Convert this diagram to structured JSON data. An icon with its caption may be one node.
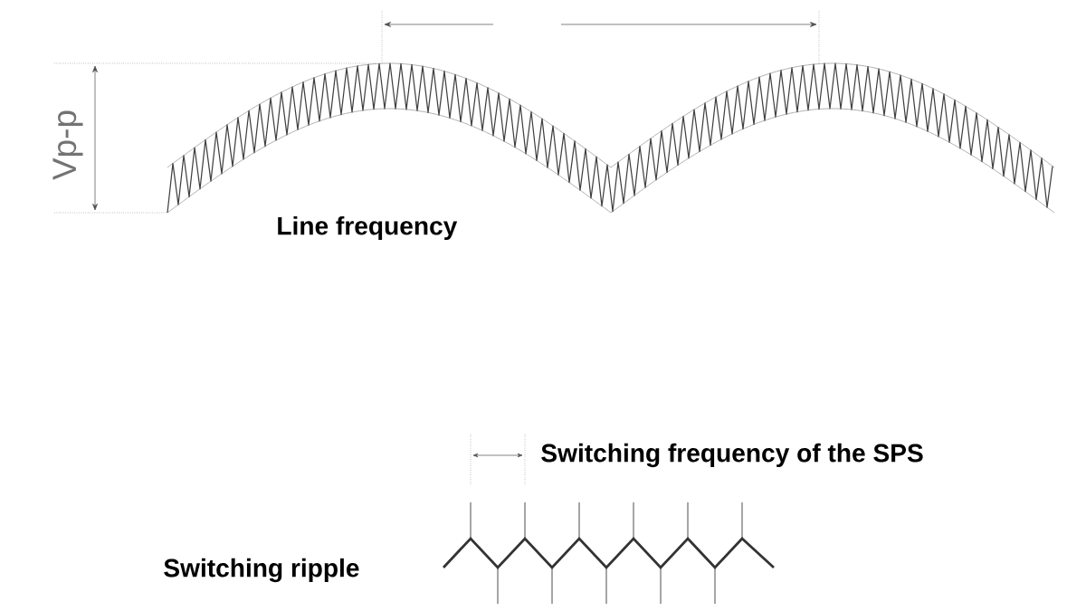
{
  "diagram": {
    "labels": [
      "Vp-p",
      "Line frequency",
      "Switching frequency of the SPS",
      "Switching ripple"
    ]
  }
}
